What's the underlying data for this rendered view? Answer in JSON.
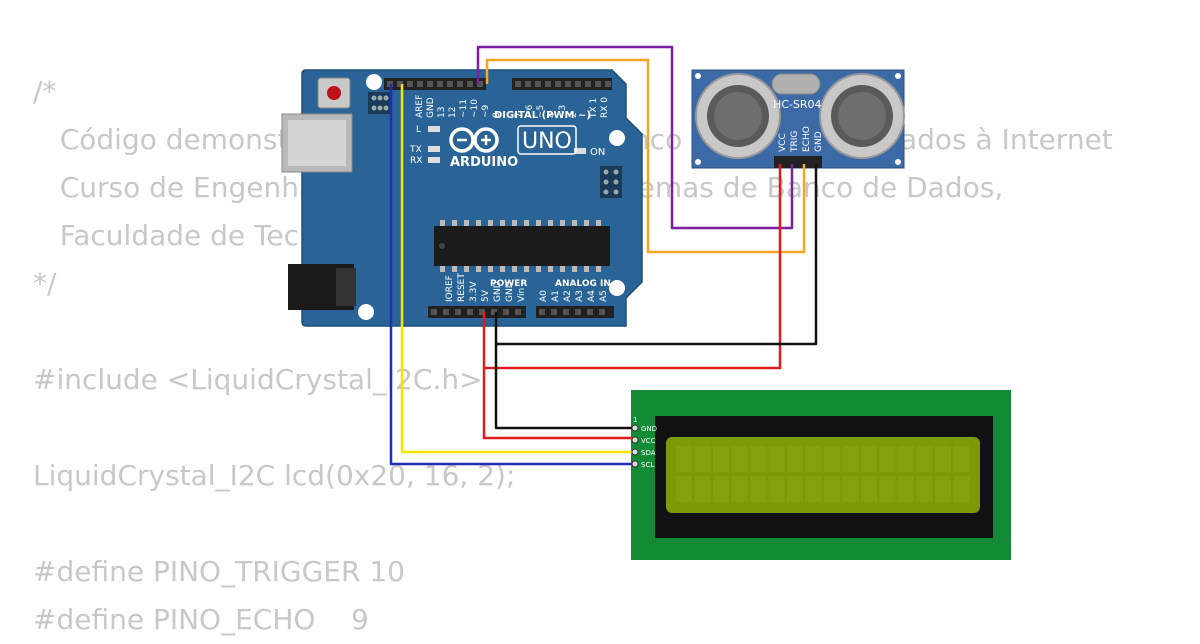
{
  "code_lines": [
    "/*",
    "   Código demonstrativo — Sistemas de Banco de Dados Aplicados à Internet",
    "   Curso de Engenharia — Disciplina de Sistemas de Banco de Dados,",
    "   Faculdade de Tecnologia",
    "*/",
    "",
    "#include <LiquidCrystal_I2C.h>",
    "",
    "LiquidCrystal_I2C lcd(0x20, 16, 2);",
    "",
    "#define PINO_TRIGGER 10",
    "#define PINO_ECHO    9"
  ],
  "arduino": {
    "brand": "ARDUINO",
    "model": "UNO",
    "digital_header": "DIGITAL (PWM ~)",
    "on_label": "ON",
    "l_label": "L",
    "tx_label": "TX",
    "rx_label": "RX",
    "power_header": "POWER",
    "analog_header": "ANALOG IN",
    "top_pins": [
      "AREF",
      "GND",
      "13",
      "12",
      "~11",
      "~10",
      "~9",
      "8",
      "7",
      "~6",
      "~5",
      "4",
      "~3",
      "2",
      "TX 1",
      "RX 0"
    ],
    "bottom_power_pins": [
      "IOREF",
      "RESET",
      "3.3V",
      "5V",
      "GND",
      "GND",
      "Vin"
    ],
    "analog_pins": [
      "A0",
      "A1",
      "A2",
      "A3",
      "A4",
      "A5"
    ]
  },
  "sensor": {
    "name": "HC-SR04",
    "pins": [
      "VCC",
      "TRIG",
      "ECHO",
      "GND"
    ]
  },
  "lcd": {
    "pin1_label": "1",
    "pins": [
      "GND",
      "VCC",
      "SDA",
      "SCL"
    ]
  },
  "colors": {
    "board": "#2a6496",
    "sensor": "#3c6aa6",
    "lcd_pcb": "#138a36",
    "lcd_screen": "#7a9a08",
    "wire_purple": "#7b1fa2",
    "wire_orange": "#f5a623",
    "wire_red": "#e01b1b",
    "wire_black": "#111111",
    "wire_yellow": "#f5e600",
    "wire_blue": "#1f2fb5"
  }
}
